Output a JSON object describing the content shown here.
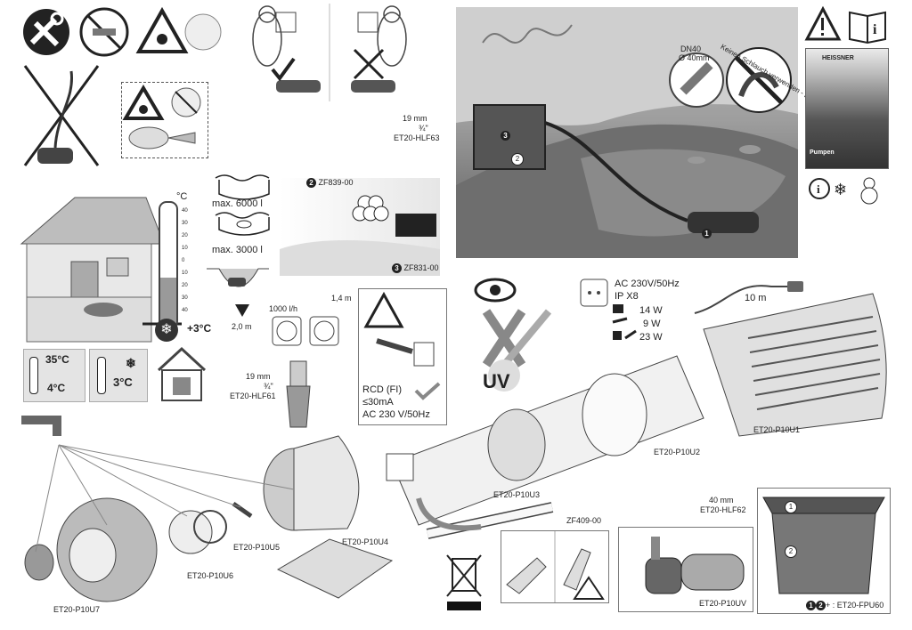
{
  "labels": {
    "hose_top": {
      "size": "19 mm",
      "inch": "¾\"",
      "code": "ET20-HLF63"
    },
    "hose_mid": {
      "size": "19 mm",
      "inch": "¾\"",
      "code": "ET20-HLF61"
    },
    "hose_filter": {
      "size": "40 mm",
      "code": "ET20-HLF62"
    },
    "zf839": "ZF839-00",
    "zf831": "ZF831-00",
    "max_6000": "max. 6000 l",
    "max_3000": "max. 3000 l",
    "depth": "2,0 m",
    "flow": "1000 l/h",
    "head": "1,4 m",
    "freeze_temp": "+3°C",
    "deg_c": "°C",
    "thermo_scale": [
      "40",
      "30",
      "20",
      "10",
      "0",
      "10",
      "20",
      "30",
      "40"
    ],
    "dn40": "DN40",
    "dn40_mm": "Ø 40mm",
    "hose_warning": "Keinen Schlauch verwenden - Don't use hose",
    "temp_high": "35°C",
    "temp_low": "4°C",
    "temp_store": "3°C",
    "rcd_line1": "RCD (FI)",
    "rcd_line2": "≤30mA",
    "rcd_line3": "AC 230 V/50Hz",
    "uv": "UV",
    "power_ac": "AC 230V/50Hz",
    "power_ip": "IP X8",
    "power_1": "14 W",
    "power_2": "9 W",
    "power_3": "23 W",
    "cable": "10 m",
    "brand": "HEISSNER",
    "booklet_title": "Pumpen",
    "info_icon_text": "i",
    "parts": {
      "u1": "ET20-P10U1",
      "u2": "ET20-P10U2",
      "u3": "ET20-P10U3",
      "u4": "ET20-P10U4",
      "u5": "ET20-P10U5",
      "u6": "ET20-P10U6",
      "u7": "ET20-P10U7",
      "zf409": "ZF409-00",
      "uv_unit": "ET20-P10UV",
      "fpu": "+ : ET20-FPU60"
    },
    "step1": "1",
    "step2": "2",
    "step3": "3"
  }
}
